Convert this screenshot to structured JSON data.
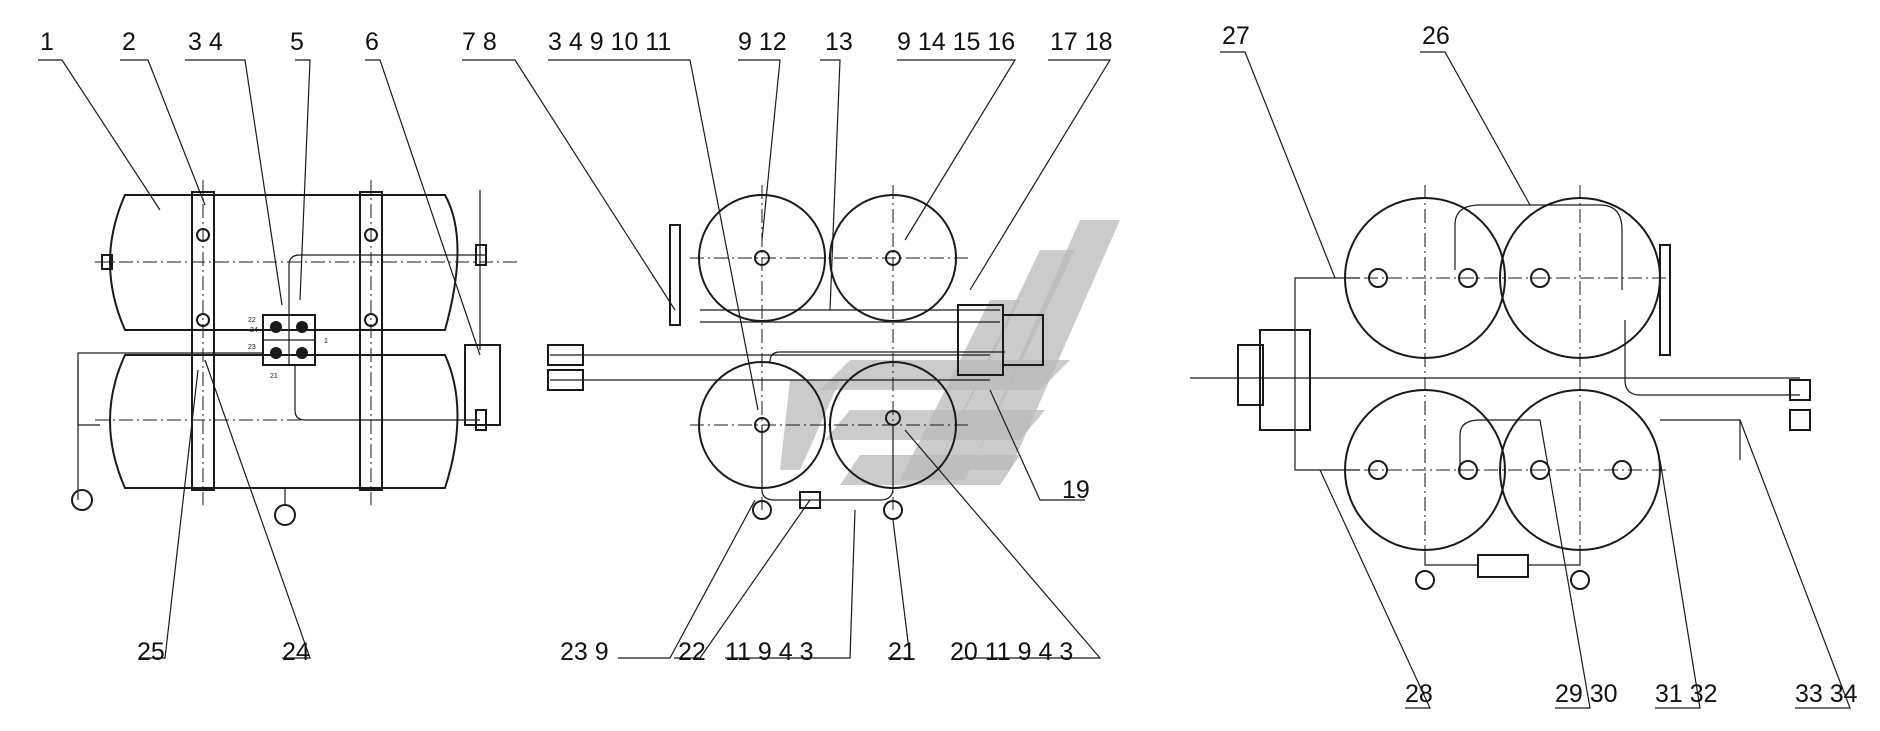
{
  "views": [
    {
      "name": "left-view",
      "labels": [
        {
          "id": "l1",
          "text": "1"
        },
        {
          "id": "l2",
          "text": "2"
        },
        {
          "id": "l3",
          "text": "3  4"
        },
        {
          "id": "l5",
          "text": "5"
        },
        {
          "id": "l6",
          "text": "6"
        },
        {
          "id": "l25",
          "text": "25"
        },
        {
          "id": "l24",
          "text": "24"
        }
      ]
    },
    {
      "name": "middle-view",
      "labels": [
        {
          "id": "m78",
          "text": "7  8"
        },
        {
          "id": "m3",
          "text": "3  4  9 10  11"
        },
        {
          "id": "m912",
          "text": "9  12"
        },
        {
          "id": "m13",
          "text": "13"
        },
        {
          "id": "m914",
          "text": "9  14 15 16"
        },
        {
          "id": "m1718",
          "text": "17 18"
        },
        {
          "id": "m19",
          "text": "19"
        },
        {
          "id": "m239",
          "text": "23 9"
        },
        {
          "id": "m22",
          "text": "22"
        },
        {
          "id": "m11943",
          "text": "11  9   4   3"
        },
        {
          "id": "m21",
          "text": "21"
        },
        {
          "id": "m2011943",
          "text": "20 11  9   4   3"
        }
      ]
    },
    {
      "name": "right-view",
      "labels": [
        {
          "id": "r27",
          "text": "27"
        },
        {
          "id": "r26",
          "text": "26"
        },
        {
          "id": "r28",
          "text": "28"
        },
        {
          "id": "r2930",
          "text": "29  30"
        },
        {
          "id": "r3132",
          "text": "31  32"
        },
        {
          "id": "r3334",
          "text": "33  34"
        }
      ]
    }
  ],
  "block_labels": {
    "b22": "22",
    "b23": "23",
    "b24": "24",
    "b21": "21",
    "b1": "1"
  }
}
